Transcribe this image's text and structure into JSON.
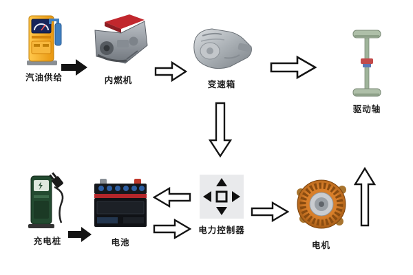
{
  "nodes": {
    "fuel": {
      "label": "汽油供给"
    },
    "engine": {
      "label": "内燃机"
    },
    "gearbox": {
      "label": "变速箱"
    },
    "driveshaft": {
      "label": "驱动轴"
    },
    "charger": {
      "label": "充电桩"
    },
    "battery": {
      "label": "电池"
    },
    "controller": {
      "label": "电力控制器"
    },
    "motor": {
      "label": "电机"
    }
  },
  "edges": [
    {
      "from": "汽油供给",
      "to": "内燃机",
      "arrow": "right",
      "style": "solid"
    },
    {
      "from": "内燃机",
      "to": "变速箱",
      "arrow": "right",
      "style": "hollow"
    },
    {
      "from": "变速箱",
      "to": "驱动轴",
      "arrow": "right",
      "style": "hollow"
    },
    {
      "from": "变速箱",
      "to": "电力控制器",
      "arrow": "down",
      "style": "hollow"
    },
    {
      "from": "充电桩",
      "to": "电池",
      "arrow": "right",
      "style": "solid"
    },
    {
      "from": "电力控制器",
      "to": "电池",
      "arrow": "left",
      "style": "hollow"
    },
    {
      "from": "电池",
      "to": "电力控制器",
      "arrow": "right",
      "style": "hollow"
    },
    {
      "from": "电力控制器",
      "to": "电机",
      "arrow": "right",
      "style": "hollow"
    },
    {
      "from": "电机",
      "to": "驱动轴",
      "arrow": "up",
      "style": "hollow"
    }
  ],
  "colors": {
    "background": "#ffffff",
    "arrow_outline": "#141414",
    "pump_yellow": "#f2a71b",
    "engine_red": "#c1272d",
    "charger_green": "#234a30",
    "battery_black": "#101216",
    "controller_gray": "#e9eaec",
    "motor_orange": "#c9741f",
    "axle_green": "#9fb49a"
  }
}
